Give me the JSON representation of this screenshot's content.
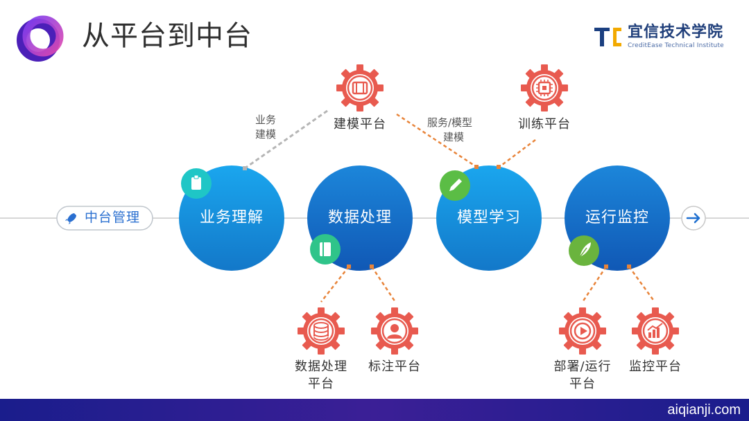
{
  "header": {
    "title": "从平台到中台",
    "brand_name": "宜信技术学院",
    "brand_sub": "CreditEase Technical Institute",
    "brand_mark": "TC"
  },
  "timeline": {
    "start_label": "中台管理",
    "stages": [
      {
        "label": "业务理解",
        "badge_icon": "clipboard-icon",
        "badge_color": "#1fc6c6"
      },
      {
        "label": "数据处理",
        "badge_icon": "book-icon",
        "badge_color": "#2fc48a"
      },
      {
        "label": "模型学习",
        "badge_icon": "pencil-icon",
        "badge_color": "#5bbd45"
      },
      {
        "label": "运行监控",
        "badge_icon": "feather-icon",
        "badge_color": "#6ab43e"
      }
    ],
    "end_icon": "arrow-right-icon"
  },
  "platforms": {
    "modeling": {
      "label": "建模平台",
      "icon": "film-icon"
    },
    "training": {
      "label": "训练平台",
      "icon": "chip-icon"
    },
    "data_processing": {
      "label_line1": "数据处理",
      "label_line2": "平台",
      "icon": "database-icon"
    },
    "labeling": {
      "label": "标注平台",
      "icon": "user-icon"
    },
    "deploy": {
      "label_line1": "部署/运行",
      "label_line2": "平台",
      "icon": "play-icon"
    },
    "monitoring": {
      "label": "监控平台",
      "icon": "chart-icon"
    }
  },
  "edge_labels": {
    "business_modeling_line1": "业务",
    "business_modeling_line2": "建模",
    "service_modeling_line1": "服务/模型",
    "service_modeling_line2": "建模"
  },
  "colors": {
    "circle_fill": "#1a8ee0",
    "gear_color": "#e85a4f",
    "orange_dash": "#e8843a",
    "gray_dash": "#b5b5b5",
    "bottom_bar": "#1a1d8c"
  },
  "watermark": "aiqianji.com"
}
